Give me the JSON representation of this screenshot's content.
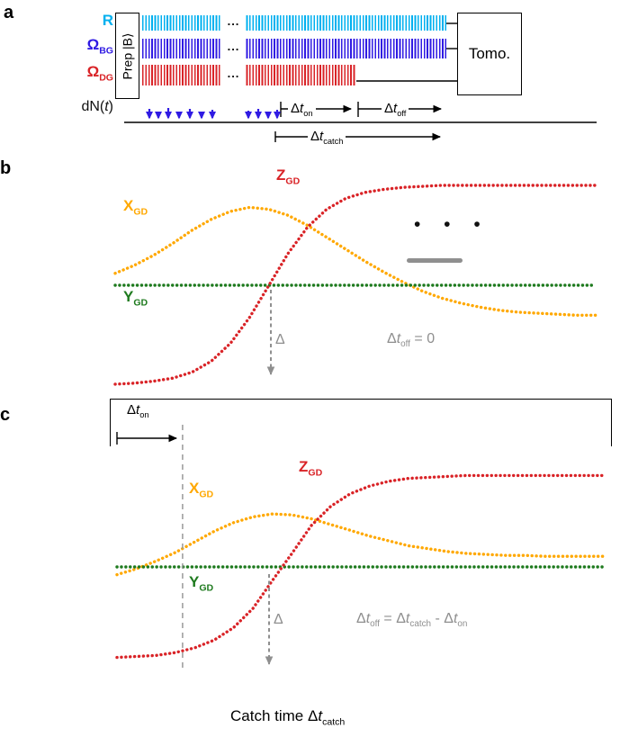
{
  "colors": {
    "cyan": "#00b0ef",
    "blue": "#2f1ae3",
    "red": "#d92327",
    "orange": "#ffa800",
    "green": "#1e7a1e",
    "gray": "#8f8f8f",
    "black": "#000000"
  },
  "panel_a": {
    "label": "a",
    "signals": {
      "r": {
        "main": "R"
      },
      "omega_bg": {
        "main": "Ω",
        "sub": "BG"
      },
      "omega_dg": {
        "main": "Ω",
        "sub": "DG"
      },
      "dn": {
        "pre": "dN(",
        "var": "t",
        "post": ")"
      }
    },
    "prep_label": "Prep |B⟩",
    "tomo_label": "Tomo.",
    "ellipsis": "...",
    "intervals": {
      "dt_on": {
        "sym": "Δ",
        "var": "t",
        "sub": "on"
      },
      "dt_off": {
        "sym": "Δ",
        "var": "t",
        "sub": "off"
      },
      "dt_catch": {
        "sym": "Δ",
        "var": "t",
        "sub": "catch"
      }
    },
    "clicks": {
      "x": [
        166,
        176,
        187,
        199,
        211,
        224,
        236,
        276,
        287,
        298,
        308
      ],
      "len": [
        15,
        11,
        16,
        12,
        15,
        11,
        14,
        13,
        15,
        11,
        14
      ]
    }
  },
  "panel_b": {
    "label": "b",
    "curve_labels": {
      "x": {
        "main": "X",
        "sub": "GD"
      },
      "y": {
        "main": "Y",
        "sub": "GD"
      },
      "z": {
        "main": "Z",
        "sub": "GD"
      }
    },
    "delta": "Δ",
    "condition": {
      "sym": "Δ",
      "var": "t",
      "sub": "off",
      "rest": " = 0"
    },
    "dots": "• • •"
  },
  "panel_c": {
    "label": "c",
    "dt_on": {
      "sym": "Δ",
      "var": "t",
      "sub": "on"
    },
    "curve_labels": {
      "x": {
        "main": "X",
        "sub": "GD"
      },
      "y": {
        "main": "Y",
        "sub": "GD"
      },
      "z": {
        "main": "Z",
        "sub": "GD"
      }
    },
    "delta": "Δ",
    "equation": {
      "lhs": {
        "sym": "Δ",
        "var": "t",
        "sub": "off"
      },
      "eq": " = ",
      "rhs1": {
        "sym": "Δ",
        "var": "t",
        "sub": "catch"
      },
      "minus": " - ",
      "rhs2": {
        "sym": "Δ",
        "var": "t",
        "sub": "on"
      }
    },
    "xlabel": {
      "pre": "Catch time ",
      "sym": "Δ",
      "var": "t",
      "sub": "catch"
    }
  },
  "chart_data": [
    {
      "panel": "b",
      "type": "line",
      "marker_style": "dotted",
      "title": "Bloch components of flight trajectory, Δt_off = 0",
      "xlim": [
        0,
        1
      ],
      "ylim": [
        -1.1,
        1.1
      ],
      "grid": false,
      "x": [
        0,
        0.04,
        0.08,
        0.12,
        0.16,
        0.2,
        0.24,
        0.28,
        0.32,
        0.36,
        0.4,
        0.44,
        0.48,
        0.52,
        0.56,
        0.6,
        0.64,
        0.68,
        0.72,
        0.76,
        0.8,
        0.84,
        0.88,
        0.92,
        0.96,
        1
      ],
      "series": [
        {
          "name": "X_GD",
          "color": "#ffa800",
          "values": [
            0.12,
            0.2,
            0.3,
            0.42,
            0.55,
            0.66,
            0.74,
            0.78,
            0.76,
            0.7,
            0.6,
            0.48,
            0.36,
            0.24,
            0.13,
            0.03,
            -0.06,
            -0.13,
            -0.18,
            -0.22,
            -0.25,
            -0.27,
            -0.28,
            -0.29,
            -0.3,
            -0.3
          ]
        },
        {
          "name": "Y_GD",
          "color": "#1e7a1e",
          "values": [
            0,
            0,
            0,
            0,
            0,
            0,
            0,
            0,
            0,
            0,
            0,
            0,
            0,
            0,
            0,
            0,
            0,
            0,
            0,
            0,
            0,
            0,
            0,
            0,
            0,
            0
          ]
        },
        {
          "name": "Z_GD",
          "color": "#d92327",
          "values": [
            -0.99,
            -0.98,
            -0.96,
            -0.93,
            -0.87,
            -0.76,
            -0.58,
            -0.32,
            0,
            0.32,
            0.58,
            0.76,
            0.87,
            0.93,
            0.96,
            0.98,
            0.99,
            1,
            1,
            1,
            1,
            1,
            1,
            1,
            1,
            1
          ]
        }
      ],
      "annotations": {
        "delta_label": "Δ",
        "delta_arrow_x": 0.324,
        "condition": "Δt_off = 0",
        "ellipsis_dots": "• • •"
      }
    },
    {
      "panel": "c",
      "type": "line",
      "marker_style": "dotted",
      "title": "Bloch components of flight trajectory, Δt_off = Δt_catch - Δt_on",
      "xlim": [
        0,
        1
      ],
      "ylim": [
        -1.1,
        1.1
      ],
      "grid": false,
      "x": [
        0,
        0.04,
        0.08,
        0.12,
        0.16,
        0.2,
        0.24,
        0.28,
        0.32,
        0.36,
        0.4,
        0.44,
        0.48,
        0.52,
        0.56,
        0.6,
        0.64,
        0.68,
        0.72,
        0.76,
        0.8,
        0.84,
        0.88,
        0.92,
        0.96,
        1
      ],
      "series": [
        {
          "name": "X_GD",
          "color": "#ffa800",
          "values": [
            -0.08,
            -0.02,
            0.06,
            0.15,
            0.26,
            0.37,
            0.46,
            0.52,
            0.55,
            0.54,
            0.5,
            0.44,
            0.38,
            0.32,
            0.27,
            0.22,
            0.19,
            0.16,
            0.14,
            0.13,
            0.12,
            0.12,
            0.11,
            0.11,
            0.11,
            0.11
          ]
        },
        {
          "name": "Y_GD",
          "color": "#1e7a1e",
          "values": [
            0,
            0,
            0,
            0,
            0,
            0,
            0,
            0,
            0,
            0,
            0,
            0,
            0,
            0,
            0,
            0,
            0,
            0,
            0,
            0,
            0,
            0,
            0,
            0,
            0,
            0
          ]
        },
        {
          "name": "Z_GD",
          "color": "#d92327",
          "values": [
            -0.94,
            -0.93,
            -0.92,
            -0.89,
            -0.84,
            -0.76,
            -0.63,
            -0.43,
            -0.14,
            0.14,
            0.43,
            0.63,
            0.76,
            0.84,
            0.89,
            0.92,
            0.93,
            0.94,
            0.95,
            0.95,
            0.95,
            0.95,
            0.95,
            0.95,
            0.95,
            0.95
          ]
        }
      ],
      "annotations": {
        "delta_label": "Δ",
        "delta_arrow_x": 0.313,
        "dt_on_x": 0.135,
        "condition": "Δt_off = Δt_catch - Δt_on"
      },
      "xlabel": "Catch time Δt_catch"
    }
  ]
}
